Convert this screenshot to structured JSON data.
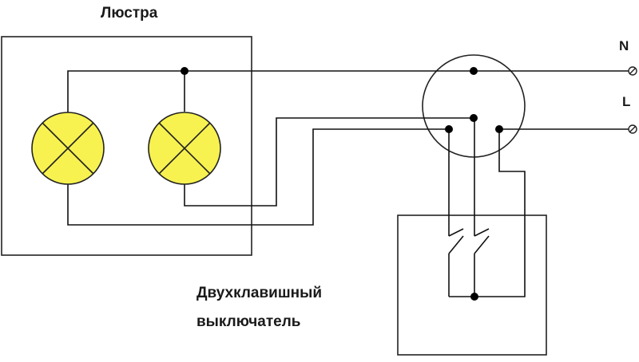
{
  "labels": {
    "chandelier": "Люстра",
    "neutral": "N",
    "line": "L",
    "switch_line1": "Двухклавишный",
    "switch_line2": "выключатель"
  },
  "colors": {
    "lamp_fill": "#f7f250",
    "lamp_stroke": "#222222",
    "wire": "#111111",
    "background": "#ffffff"
  },
  "icons": {
    "lamp": "lamp-icon",
    "terminal": "screw-terminal-icon",
    "junction_box": "junction-box-icon",
    "switch_contact": "switch-contact-icon"
  }
}
